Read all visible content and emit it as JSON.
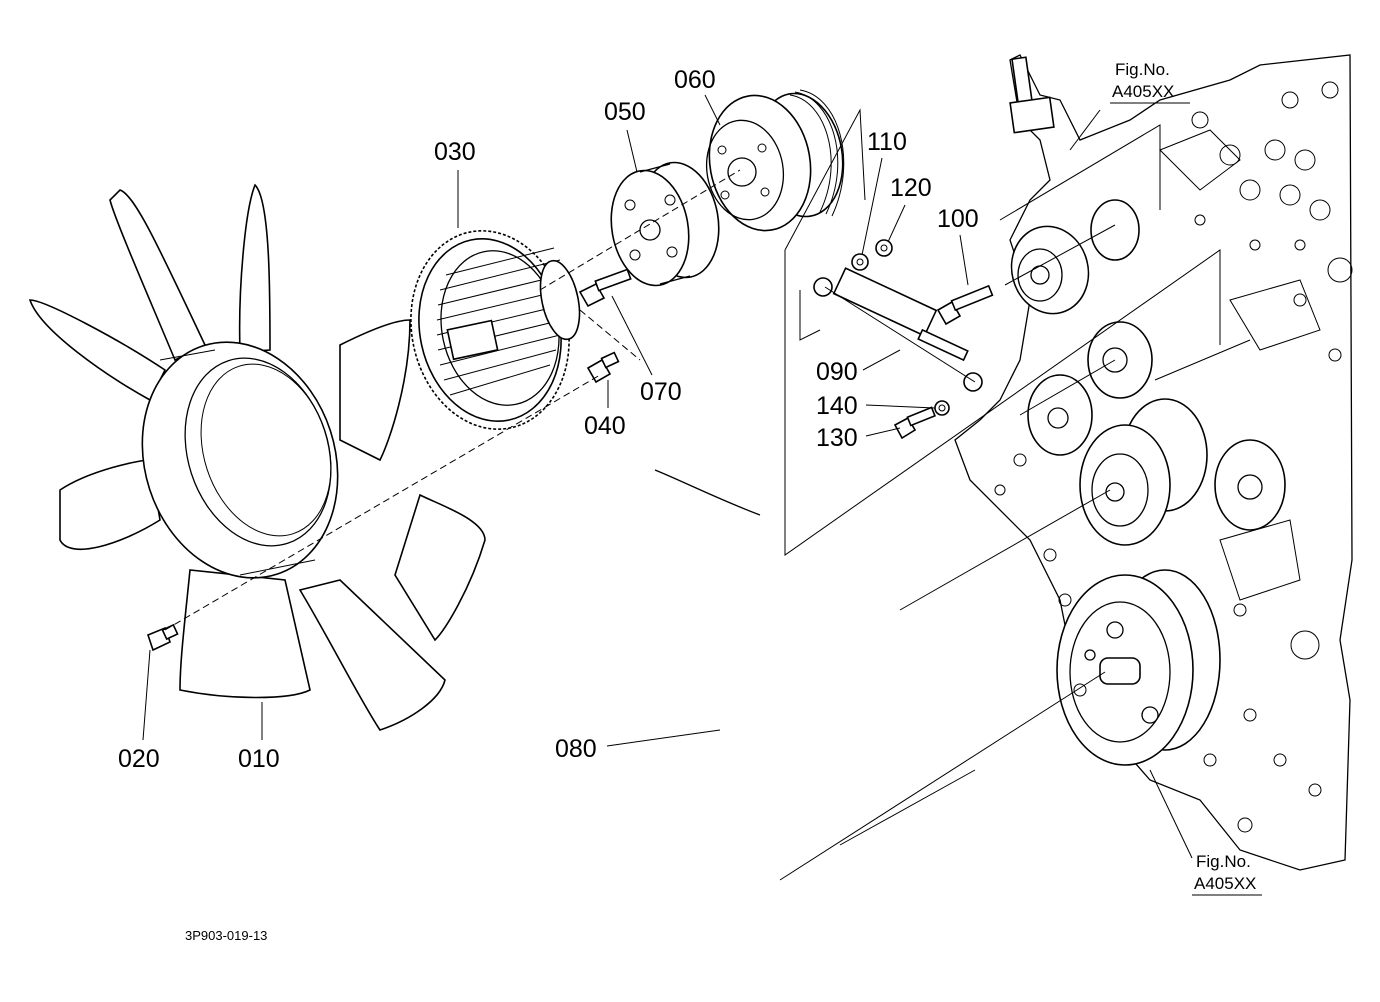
{
  "diagram": {
    "drawing_code": "3P903-019-13",
    "figure_refs": [
      {
        "label": "Fig.No.",
        "number": "A405XX"
      },
      {
        "label": "Fig.No.",
        "number": "A405XX"
      }
    ],
    "parts": [
      "010",
      "020",
      "030",
      "040",
      "050",
      "060",
      "070",
      "080",
      "090",
      "100",
      "110",
      "120",
      "130",
      "140"
    ]
  }
}
